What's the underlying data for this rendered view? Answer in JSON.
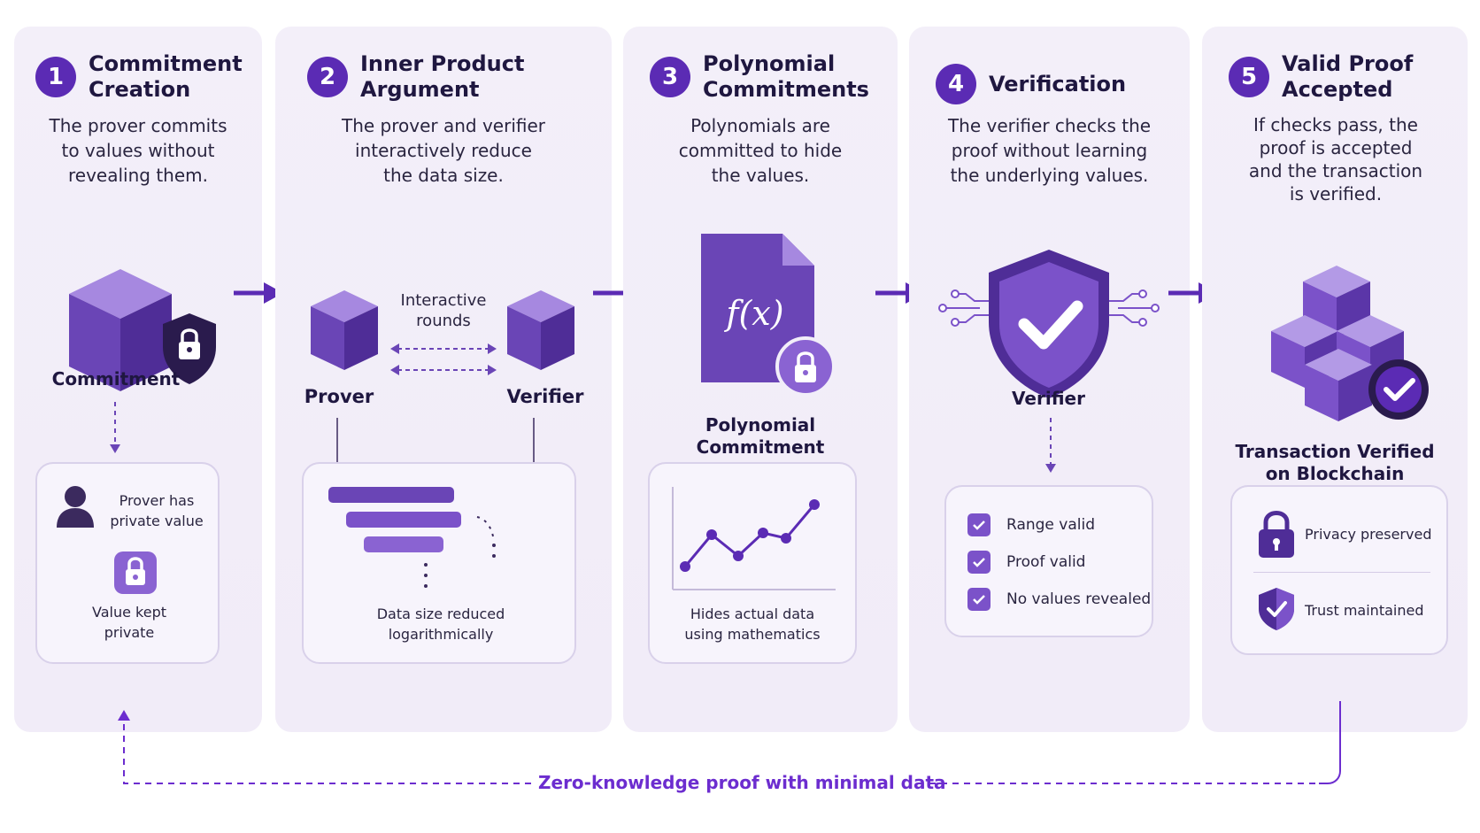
{
  "steps": [
    {
      "num": "1",
      "title_lines": [
        "Commitment",
        "Creation"
      ],
      "desc_lines": [
        "The prover commits",
        "to values without",
        "revealing them."
      ]
    },
    {
      "num": "2",
      "title_lines": [
        "Inner Product",
        "Argument"
      ],
      "desc_lines": [
        "The prover and verifier",
        "interactively reduce",
        "the data size."
      ]
    },
    {
      "num": "3",
      "title_lines": [
        "Polynomial",
        "Commitments"
      ],
      "desc_lines": [
        "Polynomials are",
        "committed to hide",
        "the values."
      ]
    },
    {
      "num": "4",
      "title_lines": [
        "Verification"
      ],
      "desc_lines": [
        "The verifier checks the",
        "proof without learning",
        "the underlying values."
      ]
    },
    {
      "num": "5",
      "title_lines": [
        "Valid Proof",
        "Accepted"
      ],
      "desc_lines": [
        "If checks pass, the",
        "proof is accepted",
        "and the transaction",
        "is verified."
      ]
    }
  ],
  "panel1": {
    "label": "Commitment",
    "prover_lines": [
      "Prover has",
      "private value"
    ],
    "kept_lines": [
      "Value kept",
      "private"
    ]
  },
  "panel2": {
    "interactive_lines": [
      "Interactive",
      "rounds"
    ],
    "prover": "Prover",
    "verifier": "Verifier",
    "reduced_lines": [
      "Data size reduced",
      "logarithmically"
    ]
  },
  "panel3": {
    "formula": "f(x)",
    "label_lines": [
      "Polynomial",
      "Commitment"
    ],
    "hides_lines": [
      "Hides actual data",
      "using mathematics"
    ]
  },
  "panel4": {
    "label": "Verifier",
    "checks": [
      "Range valid",
      "Proof valid",
      "No values revealed"
    ]
  },
  "panel5": {
    "label_lines": [
      "Transaction Verified",
      "on Blockchain"
    ],
    "privacy": "Privacy preserved",
    "trust": "Trust maintained"
  },
  "footer": "Zero-knowledge proof with minimal data",
  "colors": {
    "accent": "#5b2bb4",
    "panel": "#f2eef9",
    "footer": "#6c2dcf"
  }
}
